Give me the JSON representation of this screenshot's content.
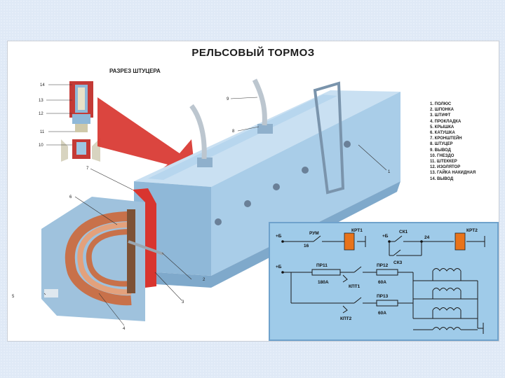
{
  "title": "РЕЛЬСОВЫЙ ТОРМОЗ",
  "section_title": "РАЗРЕЗ ШТУЦЕРА",
  "legend": [
    "1. ПОЛЮС",
    "2. ШПОНКА",
    "3. ШТИФТ",
    "4. ПРОКЛАДКА",
    "5. КРЫШКА",
    "6. КАТУШКА",
    "7. КРОНШТЕЙН",
    "8. ШТУЦЕР",
    "9. ВЫВОД",
    "10. ГНЕЗДО",
    "11. ШТЕККЕР",
    "12. ИЗОЛЯТОР",
    "13. ГАЙКА НАКИДНАЯ",
    "14. ВЫВОД"
  ],
  "callouts": {
    "c1": "1",
    "c2": "2",
    "c3": "3",
    "c4": "4",
    "c5": "5",
    "c6": "6",
    "c7": "7",
    "c8": "8",
    "c9": "9",
    "c10": "10",
    "c11": "11",
    "c12": "12",
    "c13": "13",
    "c14": "14"
  },
  "schematic": {
    "plus1": "+Б",
    "plus2": "+Б",
    "plus3": "+Б",
    "rum": "РУМ",
    "n16": "16",
    "krt1": "КРТ1",
    "sk1": "СК1",
    "sk3": "СК3",
    "n24": "24",
    "krt2": "КРТ2",
    "pr11": "ПР11",
    "a180": "180А",
    "pr12": "ПР12",
    "a60a": "60А",
    "pr13": "ПР13",
    "a60b": "60А",
    "kpt1": "КПТ1",
    "kpt2": "КПТ2"
  },
  "colors": {
    "body_blue": "#a9cde8",
    "body_blue_dark": "#7fa9cb",
    "red": "#d8352f",
    "copper": "#c8714a",
    "schematic_bg": "#9fcbe9",
    "relay_orange": "#e8731a"
  }
}
